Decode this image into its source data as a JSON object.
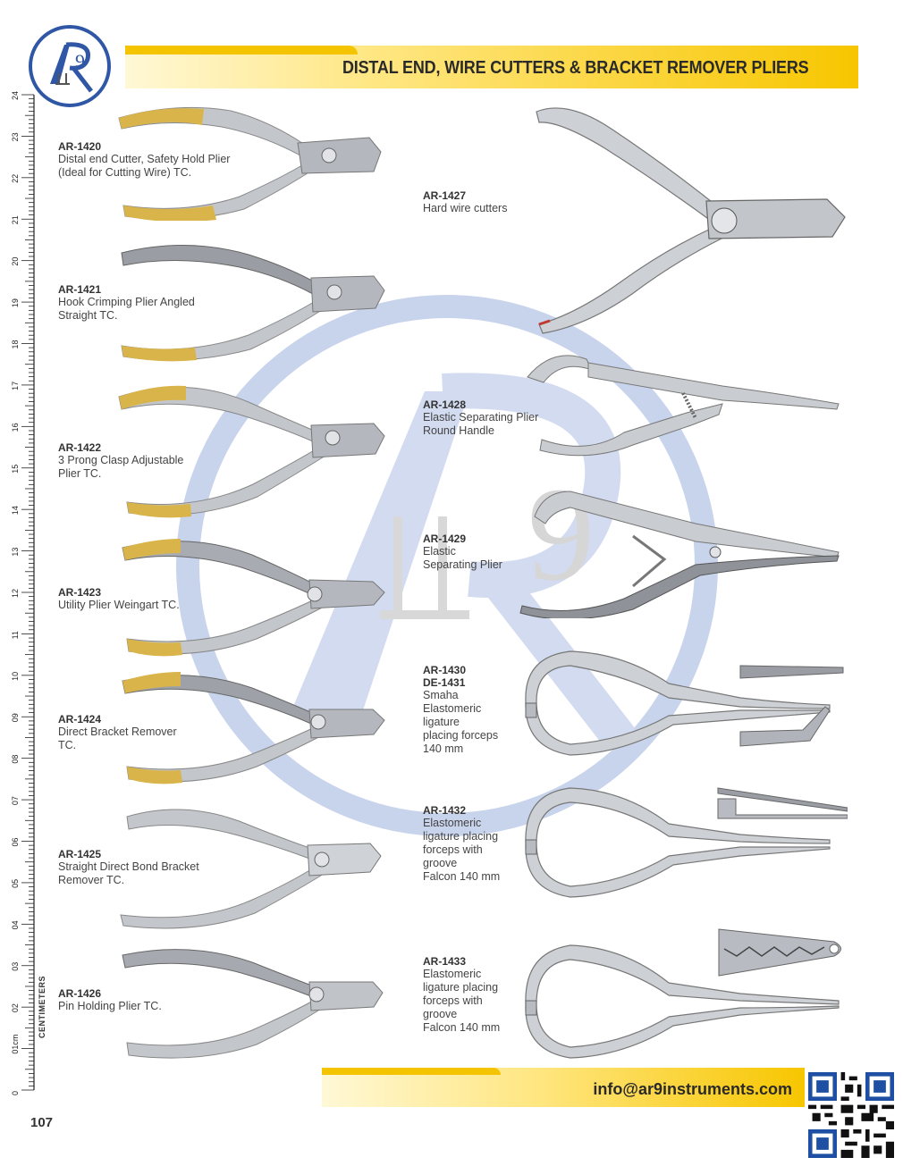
{
  "header": {
    "logo_text": "AR9",
    "title": "DISTAL END, WIRE CUTTERS & BRACKET REMOVER PLIERS"
  },
  "ruler": {
    "unit_label": "CENTIMETERS",
    "labels": [
      "0",
      "01cm",
      "02",
      "03",
      "04",
      "05",
      "06",
      "07",
      "08",
      "09",
      "10",
      "11",
      "12",
      "13",
      "14",
      "15",
      "16",
      "17",
      "18",
      "19",
      "20",
      "21",
      "22",
      "23",
      "24"
    ]
  },
  "products": {
    "p1420": {
      "code": "AR-1420",
      "desc": "Distal end Cutter, Safety Hold Plier\n(Ideal for Cutting Wire) TC."
    },
    "p1421": {
      "code": "AR-1421",
      "desc": "Hook Crimping Plier Angled\nStraight TC."
    },
    "p1422": {
      "code": "AR-1422",
      "desc": "3 Prong Clasp Adjustable\nPlier TC."
    },
    "p1423": {
      "code": "AR-1423",
      "desc": "Utility Plier Weingart TC."
    },
    "p1424": {
      "code": "AR-1424",
      "desc": "Direct Bracket Remover\nTC."
    },
    "p1425": {
      "code": "AR-1425",
      "desc": "Straight Direct Bond Bracket\nRemover TC."
    },
    "p1426": {
      "code": "AR-1426",
      "desc": "Pin Holding Plier TC."
    },
    "p1427": {
      "code": "AR-1427",
      "desc": "Hard wire cutters"
    },
    "p1428": {
      "code": "AR-1428",
      "desc": "Elastic Separating Plier\nRound Handle"
    },
    "p1429": {
      "code": "AR-1429",
      "desc": "Elastic\nSeparating Plier"
    },
    "p1430": {
      "code": "AR-1430",
      "code2": "DE-1431",
      "desc": "Smaha\nElastomeric\nligature\nplacing forceps\n140 mm"
    },
    "p1432": {
      "code": "AR-1432",
      "desc": "Elastomeric\nligature placing\nforceps with\ngroove\nFalcon 140 mm"
    },
    "p1433": {
      "code": "AR-1433",
      "desc": "Elastomeric\nligature placing\nforceps with\ngroove\nFalcon 140 mm"
    }
  },
  "footer": {
    "email": "info@ar9instruments.com",
    "page_number": "107"
  },
  "colors": {
    "brand_blue": "#2f57a6",
    "accent_yellow": "#f7c600",
    "gold_handle": "#d9b44a",
    "steel": "#b8bcc2"
  }
}
